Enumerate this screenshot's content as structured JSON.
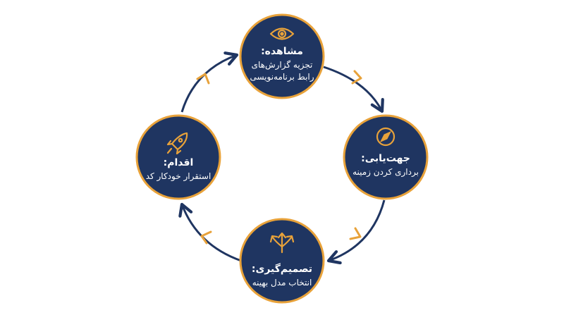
{
  "colors": {
    "circle_fill": "#1f3561",
    "circle_border": "#e8a23a",
    "arc": "#1f3561",
    "chevron": "#e8a23a",
    "text": "#ffffff"
  },
  "nodes": [
    {
      "id": "observe",
      "icon": "eye-icon",
      "title": "مشاهده:",
      "desc": "تجزیه گزارش‌های رابط برنامه‌نویسی"
    },
    {
      "id": "orient",
      "icon": "compass-icon",
      "title": "جهت‌یابی:",
      "desc": "برداری کردن زمینه"
    },
    {
      "id": "decide",
      "icon": "branch-arrows-icon",
      "title": "تصمیم‌گیری:",
      "desc": "انتخاب مدل بهینه"
    },
    {
      "id": "act",
      "icon": "rocket-icon",
      "title": "اقدام:",
      "desc": "استقرار خودکار کد"
    }
  ]
}
